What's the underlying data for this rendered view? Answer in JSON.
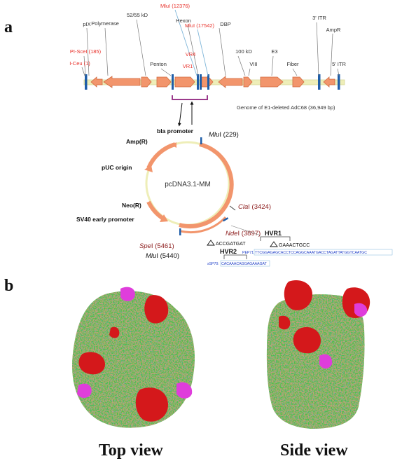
{
  "panel_a": {
    "letter": "a",
    "genome": {
      "caption": "Genome of E1-deleted AdC68 (36,949 bp)",
      "labels": {
        "polymerase": "Polymerase",
        "kd5255": "52/55 kD",
        "mlu1": "MluI (12376)",
        "mlu2": "MluI (17542)",
        "hexon": "Hexon",
        "dbp": "DBP",
        "itr3": "3' ITR",
        "pix": "pIX",
        "kd100": "100 kD",
        "e3": "E3",
        "ampr": "AmpR",
        "psce": "PI-SceI (185)",
        "penton": "Penton",
        "vr4": "VR4",
        "viii": "VIII",
        "fiber": "Fiber",
        "itr5": "5' ITR",
        "iceu": "I-Ceu (1)",
        "vr1": "VR1"
      }
    },
    "plasmid": {
      "name": "pcDNA3.1-MM",
      "labels": {
        "bla": "bla promoter",
        "amp": "Amp(R)",
        "puc": "pUC origin",
        "neo": "Neo(R)",
        "sv40": "SV40 early promoter"
      },
      "sites": {
        "mlu229_e": "Mlu",
        "mlu229_r": "I (229)",
        "cla_e": "Cla",
        "cla_r": "I (3424)",
        "nde_e": "Nde",
        "nde_r": "I (3897)",
        "spe_e": "Spe",
        "spe_r": "I (5461)",
        "mlu5440_e": "Mlu",
        "mlu5440_r": "I (5440)"
      }
    },
    "hvr": {
      "hvr1_title": "HVR1",
      "hvr2_title": "HVR2",
      "hvr1_seq": "GAAACTGCC",
      "hvr2_seq": "ACCGATGAT",
      "pep71_label": "PEP71:",
      "pep71_seq": "TTCGGAGAGCACCTCCAGGCAAATGACCTAGATTATGGTCAATGC",
      "sp70_label": "sSP70:",
      "sp70_seq": "CACAAACAGGAGAAAGAT"
    }
  },
  "panel_b": {
    "letter": "b",
    "top_caption": "Top view",
    "side_caption": "Side view"
  },
  "colors": {
    "arrow_fill": "#f2956c",
    "arrow_stroke": "#cf6a3f",
    "backbone": "#eeeeb8",
    "marker_blue": "#1f5ea8",
    "site_red": "#e8322b",
    "site_darkred": "#8b1a1a",
    "line_blue": "#7fb6d9",
    "bracket_purple": "#9b3a8c",
    "seq_blue": "#1f3fc7",
    "surface_green": "#4cbf4a",
    "surface_red": "#d4181b",
    "surface_magenta": "#df3ddb"
  }
}
